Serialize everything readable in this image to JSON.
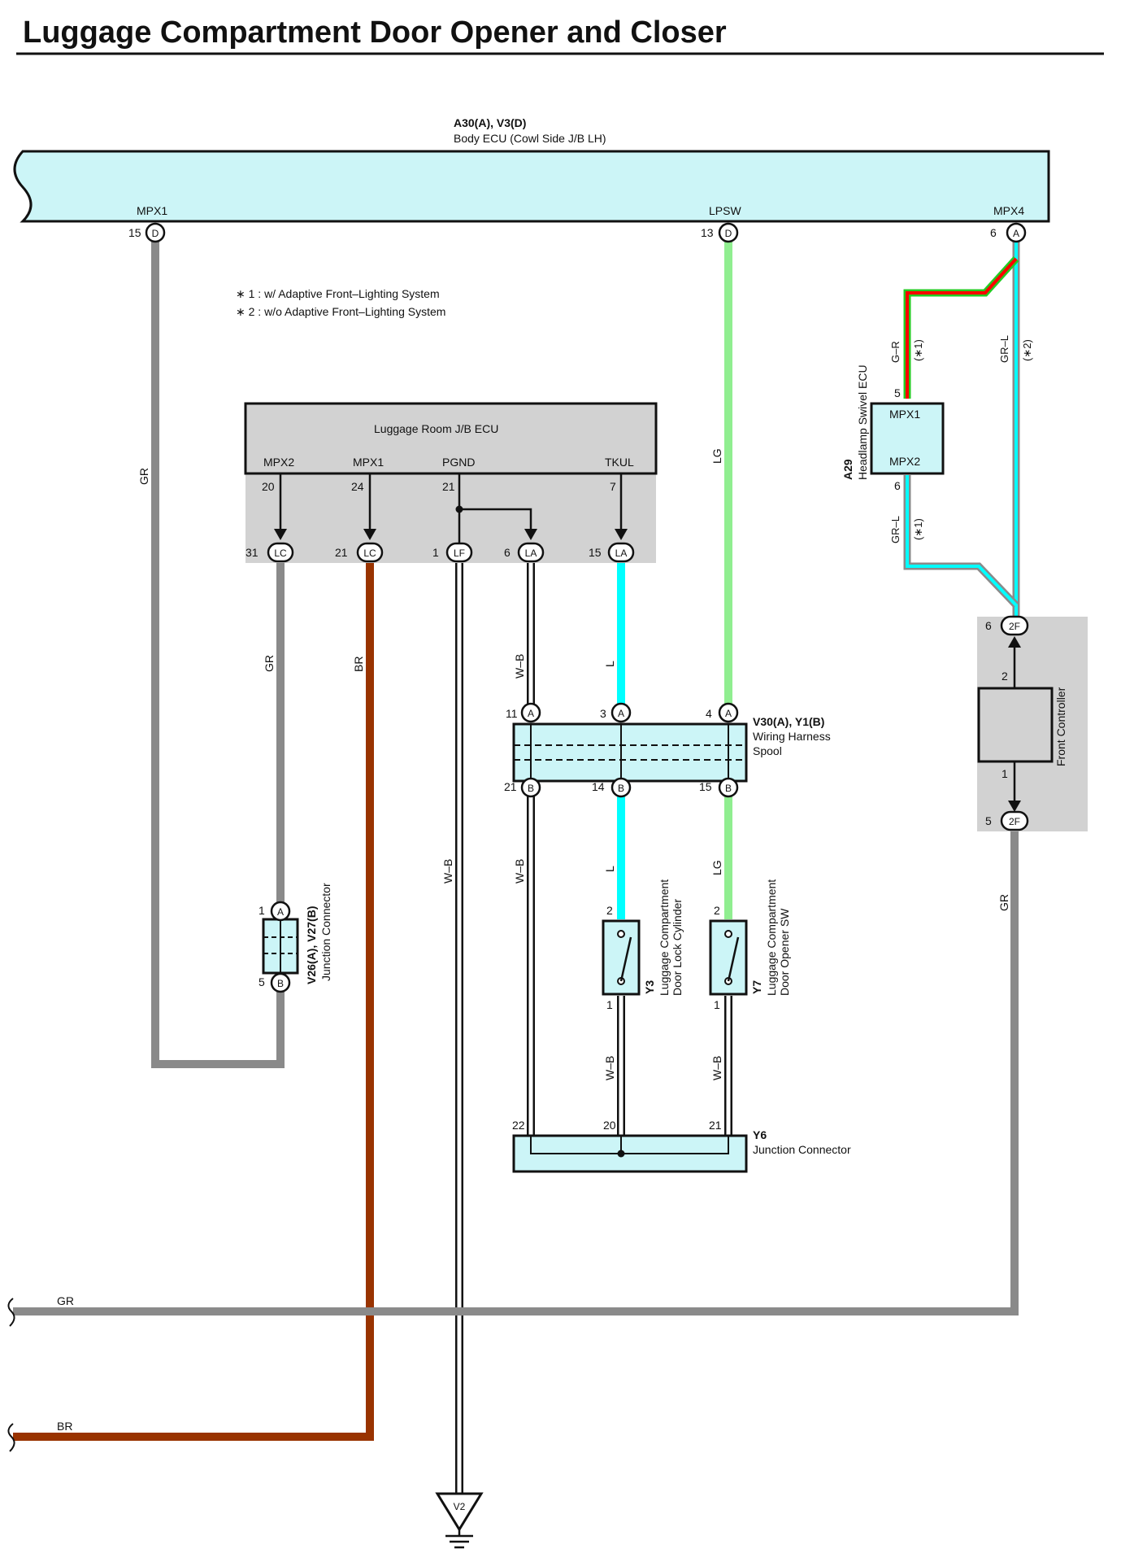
{
  "title": "Luggage Compartment Door Opener and Closer",
  "notes": [
    "∗ 1 : w/ Adaptive Front–Lighting System",
    "∗ 2 : w/o Adaptive Front–Lighting System"
  ],
  "body_ecu": {
    "id": "A30(A), V3(D)",
    "name": "Body ECU (Cowl Side J/B LH)",
    "terminals": [
      {
        "label": "MPX1",
        "pin": "15",
        "conn": "D"
      },
      {
        "label": "LPSW",
        "pin": "13",
        "conn": "D"
      },
      {
        "label": "MPX4",
        "pin": "6",
        "conn": "A"
      }
    ]
  },
  "lr_ecu": {
    "name": "Luggage Room J/B ECU",
    "terminals": [
      {
        "label": "MPX2",
        "pin": "20",
        "out_pin": "31",
        "conn": "LC"
      },
      {
        "label": "MPX1",
        "pin": "24",
        "out_pin": "21",
        "conn": "LC"
      },
      {
        "label": "PGND",
        "pin": "21",
        "out_pin": "1",
        "conn": "LF"
      },
      {
        "out_pin": "6",
        "conn": "LA"
      },
      {
        "label": "TKUL",
        "pin": "7",
        "out_pin": "15",
        "conn": "LA"
      }
    ]
  },
  "headlamp": {
    "id": "A29",
    "name": "Headlamp Swivel ECU",
    "t1": "MPX1",
    "t2": "MPX2",
    "p1": "5",
    "p2": "6"
  },
  "front_ctrl": {
    "name": "Front Controller",
    "pin_top": "6",
    "pin_bot": "5",
    "conn": "2F",
    "in1": "2",
    "in2": "1"
  },
  "spool": {
    "id": "V30(A), Y1(B)",
    "name1": "Wiring Harness",
    "name2": "Spool",
    "top": [
      {
        "pin": "11",
        "conn": "A"
      },
      {
        "pin": "3",
        "conn": "A"
      },
      {
        "pin": "4",
        "conn": "A"
      }
    ],
    "bottom": [
      {
        "pin": "21",
        "conn": "B"
      },
      {
        "pin": "14",
        "conn": "B"
      },
      {
        "pin": "15",
        "conn": "B"
      }
    ]
  },
  "jconn_v": {
    "id": "V26(A), V27(B)",
    "name": "Junction Connector",
    "p1": "1",
    "c1": "A",
    "p2": "5",
    "c2": "B"
  },
  "y3": {
    "id": "Y3",
    "name1": "Luggage Compartment",
    "name2": "Door Lock Cylinder",
    "p2": "2",
    "p1": "1"
  },
  "y7": {
    "id": "Y7",
    "name1": "Luggage Compartment",
    "name2": "Door Opener SW",
    "p2": "2",
    "p1": "1"
  },
  "y6": {
    "id": "Y6",
    "name": "Junction Connector",
    "pins": [
      "22",
      "20",
      "21"
    ]
  },
  "ground": {
    "id": "V2"
  },
  "wires": {
    "gr": "GR",
    "br": "BR",
    "lg": "LG",
    "l": "L",
    "wb": "W–B",
    "gr_r": "G–R",
    "gr_l": "GR–L",
    "star1": "(∗1)",
    "star2": "(∗2)"
  },
  "colors": {
    "ecu_fill": "#ccf5f7",
    "junction_fill": "#d2d2d2",
    "gr_wire": "#8a8a8a",
    "br_wire": "#993300",
    "lg_wire": "#90ee90",
    "l_wire": "#00ffff",
    "red": "#ff0000",
    "green": "#22cc22"
  }
}
